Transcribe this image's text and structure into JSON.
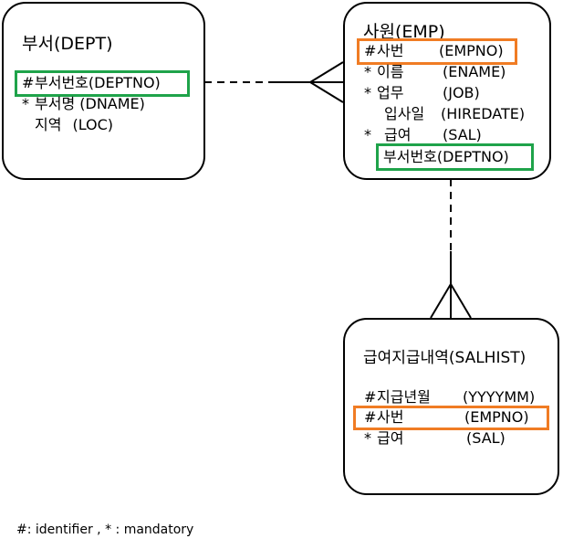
{
  "colors": {
    "pk_highlight": "#1fa34a",
    "fk_highlight": "#f07c24",
    "line": "#000000"
  },
  "dept": {
    "title": "부서(DEPT)",
    "attrs": [
      {
        "marker": "#",
        "name": "부서번호",
        "col": "(DEPTNO)"
      },
      {
        "marker": "*",
        "name": "부서명",
        "col": "(DNAME)"
      },
      {
        "marker": "",
        "name": "지역",
        "col": "(LOC)"
      }
    ]
  },
  "emp": {
    "title": "사원(EMP)",
    "attrs": [
      {
        "marker": "#",
        "name": "사번",
        "col": "(EMPNO)"
      },
      {
        "marker": "*",
        "name": "이름",
        "col": "(ENAME)"
      },
      {
        "marker": "*",
        "name": "업무",
        "col": "(JOB)"
      },
      {
        "marker": "",
        "name": "입사일",
        "col": "(HIREDATE)"
      },
      {
        "marker": "*",
        "name": "급여",
        "col": "(SAL)"
      },
      {
        "marker": "",
        "name": "부서번호",
        "col": "(DEPTNO)"
      }
    ]
  },
  "salhist": {
    "title": "급여지급내역(SALHIST)",
    "attrs": [
      {
        "marker": "#",
        "name": "지급년월",
        "col": "(YYYYMM)"
      },
      {
        "marker": "#",
        "name": "사번",
        "col": "(EMPNO)"
      },
      {
        "marker": "*",
        "name": "급여",
        "col": "(SAL)"
      }
    ]
  },
  "legend": "#: identifier ,  * : mandatory"
}
